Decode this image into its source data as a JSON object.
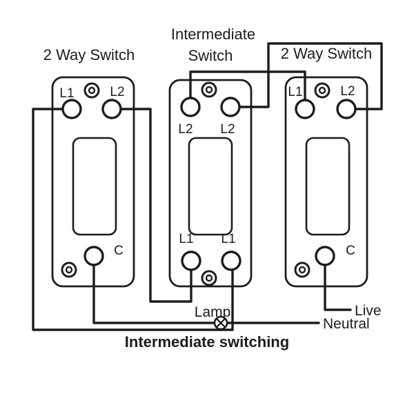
{
  "diagram": {
    "caption": "Intermediate switching",
    "background": "#ffffff",
    "line_color": "#1c1c1c",
    "switches": {
      "left": {
        "title": "2 Way Switch",
        "terminal_l1": "L1",
        "terminal_l2": "L2",
        "terminal_c": "C"
      },
      "middle": {
        "title_line1": "Intermediate",
        "title_line2": "Switch",
        "top_left": "L2",
        "top_right": "L2",
        "bottom_left": "L1",
        "bottom_right": "L1"
      },
      "right": {
        "title": "2 Way Switch",
        "terminal_l1": "L1",
        "terminal_l2": "L2",
        "terminal_c": "C"
      }
    },
    "labels": {
      "lamp": "Lamp",
      "neutral": "Neutral",
      "live": "Live"
    }
  }
}
